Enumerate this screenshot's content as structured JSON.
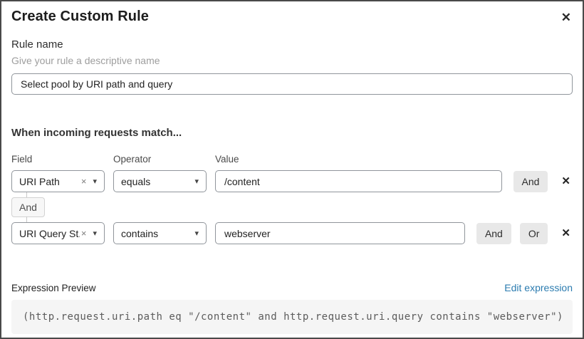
{
  "modal": {
    "title": "Create Custom Rule"
  },
  "icons": {
    "close": "✕",
    "clear": "×",
    "caret": "▾",
    "remove": "✕"
  },
  "rule_name": {
    "label": "Rule name",
    "hint": "Give your rule a descriptive name",
    "value": "Select pool by URI path and query"
  },
  "match": {
    "heading": "When incoming requests match...",
    "columns": {
      "field": "Field",
      "operator": "Operator",
      "value": "Value"
    },
    "connector_label": "And",
    "rows": [
      {
        "field": "URI Path",
        "operator": "equals",
        "value": "/content",
        "and_label": "And"
      },
      {
        "field": "URI Query St...",
        "operator": "contains",
        "value": "webserver",
        "and_label": "And",
        "or_label": "Or"
      }
    ]
  },
  "expression": {
    "label": "Expression Preview",
    "edit_link": "Edit expression",
    "code": "(http.request.uri.path eq \"/content\" and http.request.uri.query contains \"webserver\")"
  },
  "colors": {
    "link_blue": "#2c7cb0",
    "border_gray": "#90959b",
    "button_gray": "#e8e8e8",
    "code_bg": "#f5f5f5"
  }
}
